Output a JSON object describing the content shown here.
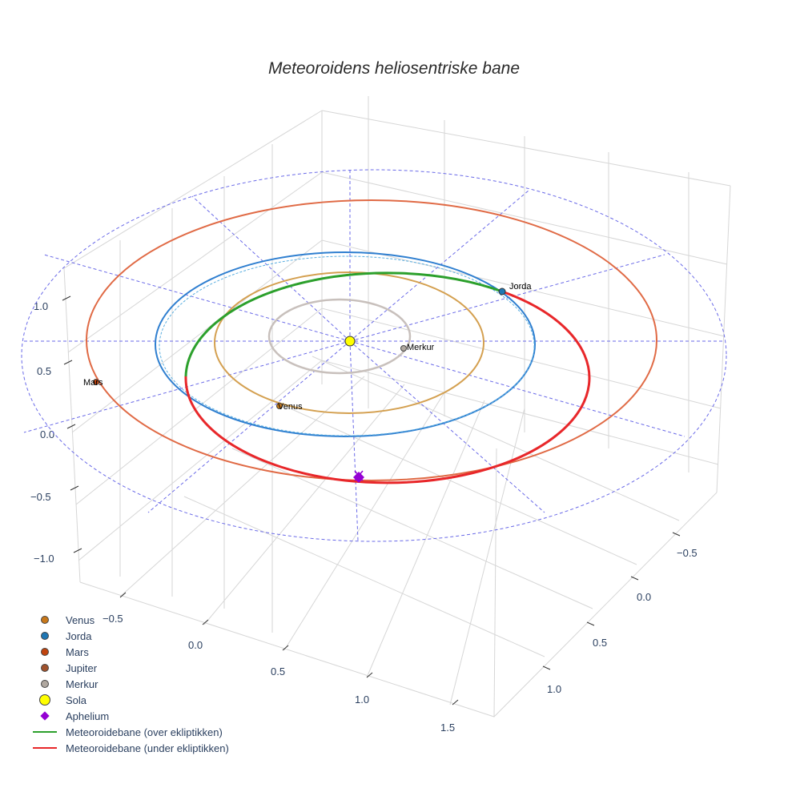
{
  "chart_data": {
    "type": "scatter3d",
    "title": "Meteoroidens heliosentriske bane",
    "axes": {
      "x": {
        "ticks": [
          "−0.5",
          "0.0",
          "0.5",
          "1.0",
          "1.5"
        ]
      },
      "y": {
        "ticks": [
          "−0.5",
          "0.0",
          "0.5",
          "1.0"
        ]
      },
      "z": {
        "ticks": [
          "1.0",
          "0.5",
          "0.0",
          "−0.5",
          "−1.0"
        ]
      }
    },
    "grid": true,
    "legend_position": "bottom-left",
    "series": [
      {
        "name": "Venus",
        "kind": "marker",
        "color": "#c8781a"
      },
      {
        "name": "Jorda",
        "kind": "marker",
        "color": "#1f77b4"
      },
      {
        "name": "Mars",
        "kind": "marker",
        "color": "#c1440e"
      },
      {
        "name": "Jupiter",
        "kind": "marker",
        "color": "#a0522d"
      },
      {
        "name": "Merkur",
        "kind": "marker",
        "color": "#b0a8a0"
      },
      {
        "name": "Sola",
        "kind": "marker",
        "color": "#ffff00"
      },
      {
        "name": "Aphelium",
        "kind": "diamond",
        "color": "#9400d3"
      },
      {
        "name": "Meteoroidebane (over ekliptikken)",
        "kind": "line",
        "color": "#2ca02c"
      },
      {
        "name": "Meteoroidebane (under ekliptikken)",
        "kind": "line",
        "color": "#e8272a"
      }
    ],
    "point_labels": [
      "Venus",
      "Jorda",
      "Mars",
      "Merkur"
    ],
    "orbit_colors": {
      "Merkur": "#c8c0bc",
      "Venus": "#d4a050",
      "Jorda": "#2f7fd0",
      "Mars": "#e06a45",
      "ecliptic_grid": "#6a6ae8"
    }
  }
}
